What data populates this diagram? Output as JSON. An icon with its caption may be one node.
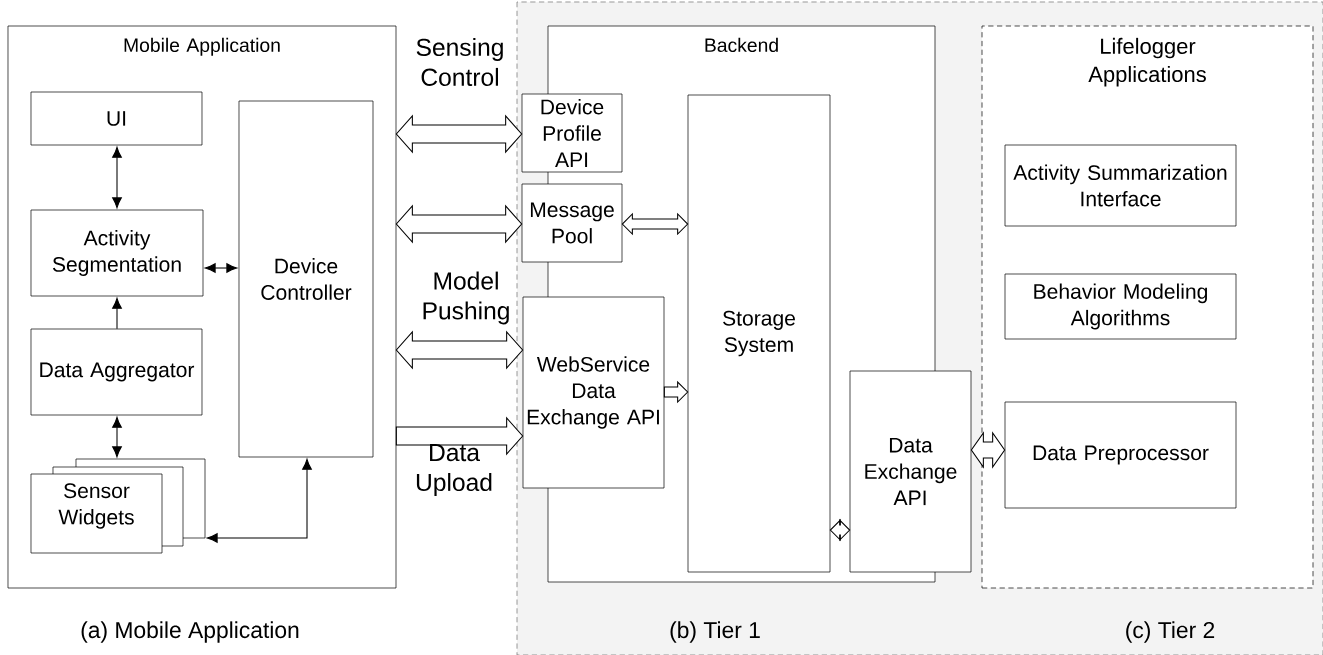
{
  "diagram": {
    "nodes": [
      {
        "text": [
          "Mobile Application"
        ]
      },
      {
        "text": [
          "UI"
        ],
        "in": 0
      },
      {
        "text": [
          "Activity Segmentation"
        ],
        "in": 0
      },
      {
        "text": [
          "Device Controller"
        ],
        "in": 0
      },
      {
        "text": [
          "Data Aggregator"
        ],
        "in": 0
      },
      {
        "text": [
          "Sensor Widgets"
        ],
        "in": 0
      },
      {
        "text": [
          "Backend"
        ]
      },
      {
        "text": [
          "Device Profile API"
        ]
      },
      {
        "text": [
          "Message Pool"
        ]
      },
      {
        "text": [
          "WebService Data Exchange API"
        ]
      },
      {
        "text": [
          "Storage System"
        ],
        "in": 6
      },
      {
        "text": [
          "Data Exchange API"
        ]
      },
      {
        "text": [
          "Lifelogger Applications"
        ]
      },
      {
        "text": [
          "Activity Summarization Interface"
        ],
        "in": 12
      },
      {
        "text": [
          "Behavior Modeling Algorithms"
        ],
        "in": 12
      },
      {
        "text": [
          "Data Preprocessor"
        ],
        "in": 12
      }
    ],
    "edges": [
      {
        "from": 1,
        "to": 2,
        "arrow": "both"
      },
      {
        "from": 3,
        "to": 2,
        "arrow": "both"
      },
      {
        "from": 4,
        "to": 2,
        "arrow": "to"
      },
      {
        "from": 4,
        "to": 5,
        "arrow": "both"
      },
      {
        "from": 3,
        "to": 5,
        "arrow": "both"
      },
      {
        "from": 0,
        "to": 7,
        "arrow": "both",
        "label": "Sensing Control",
        "style": "thick"
      },
      {
        "from": 0,
        "to": 8,
        "arrow": "both",
        "style": "thick"
      },
      {
        "from": 0,
        "to": 9,
        "arrow": "both",
        "label": "Model Pushing",
        "style": "thick"
      },
      {
        "from": 0,
        "to": 9,
        "arrow": "to",
        "label": "Data Upload",
        "style": "thick"
      },
      {
        "from": 8,
        "to": 10,
        "arrow": "both",
        "style": "thick"
      },
      {
        "from": 9,
        "to": 10,
        "arrow": "to",
        "style": "thick"
      },
      {
        "from": 10,
        "to": 11,
        "arrow": "both",
        "style": "thick"
      },
      {
        "from": 11,
        "to": 15,
        "arrow": "both",
        "style": "thick"
      }
    ],
    "labels": [
      "(a) Mobile Application",
      "(b) Tier 1",
      "(c) Tier 2"
    ]
  }
}
